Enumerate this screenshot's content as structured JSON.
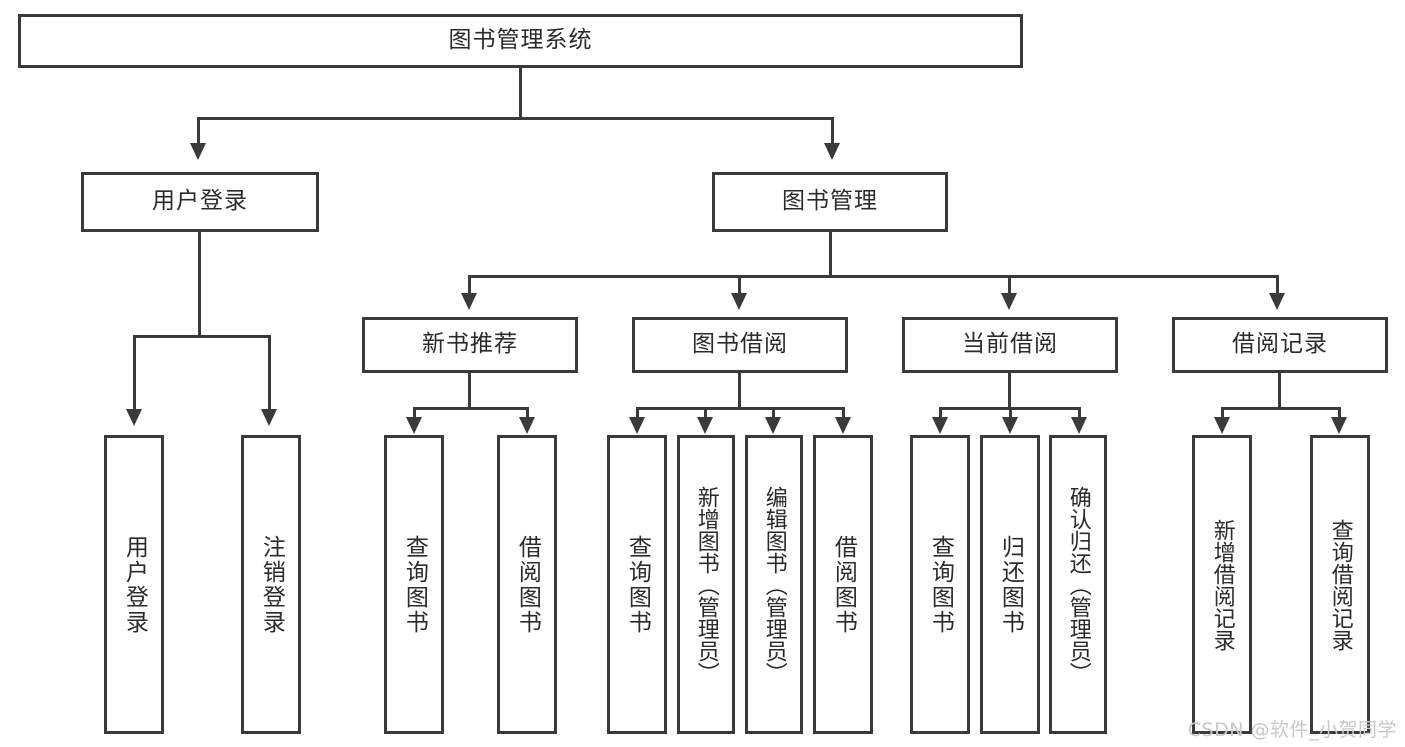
{
  "diagram": {
    "title": "图书管理系统",
    "root": {
      "label": "图书管理系统"
    },
    "level2": [
      {
        "label": "用户登录"
      },
      {
        "label": "图书管理"
      }
    ],
    "level3": [
      {
        "label": "新书推荐"
      },
      {
        "label": "图书借阅"
      },
      {
        "label": "当前借阅"
      },
      {
        "label": "借阅记录"
      }
    ],
    "leaves": {
      "user_login": [
        {
          "label": "用户登录"
        },
        {
          "label": "注销登录"
        }
      ],
      "new_book_recommend": [
        {
          "label": "查询图书"
        },
        {
          "label": "借阅图书"
        }
      ],
      "book_borrow": [
        {
          "label": "查询图书"
        },
        {
          "label": "新增图书（管理员）"
        },
        {
          "label": "编辑图书（管理员）"
        },
        {
          "label": "借阅图书"
        }
      ],
      "current_borrow": [
        {
          "label": "查询图书"
        },
        {
          "label": "归还图书"
        },
        {
          "label": "确认归还（管理员）"
        }
      ],
      "borrow_record": [
        {
          "label": "新增借阅记录"
        },
        {
          "label": "查询借阅记录"
        }
      ]
    }
  },
  "watermark": {
    "text": "CSDN @软件_小贺同学"
  },
  "colors": {
    "stroke": "#3a3a3a",
    "background": "#ffffff",
    "text": "#2b2b2b",
    "watermark": "#c9c9c9"
  }
}
